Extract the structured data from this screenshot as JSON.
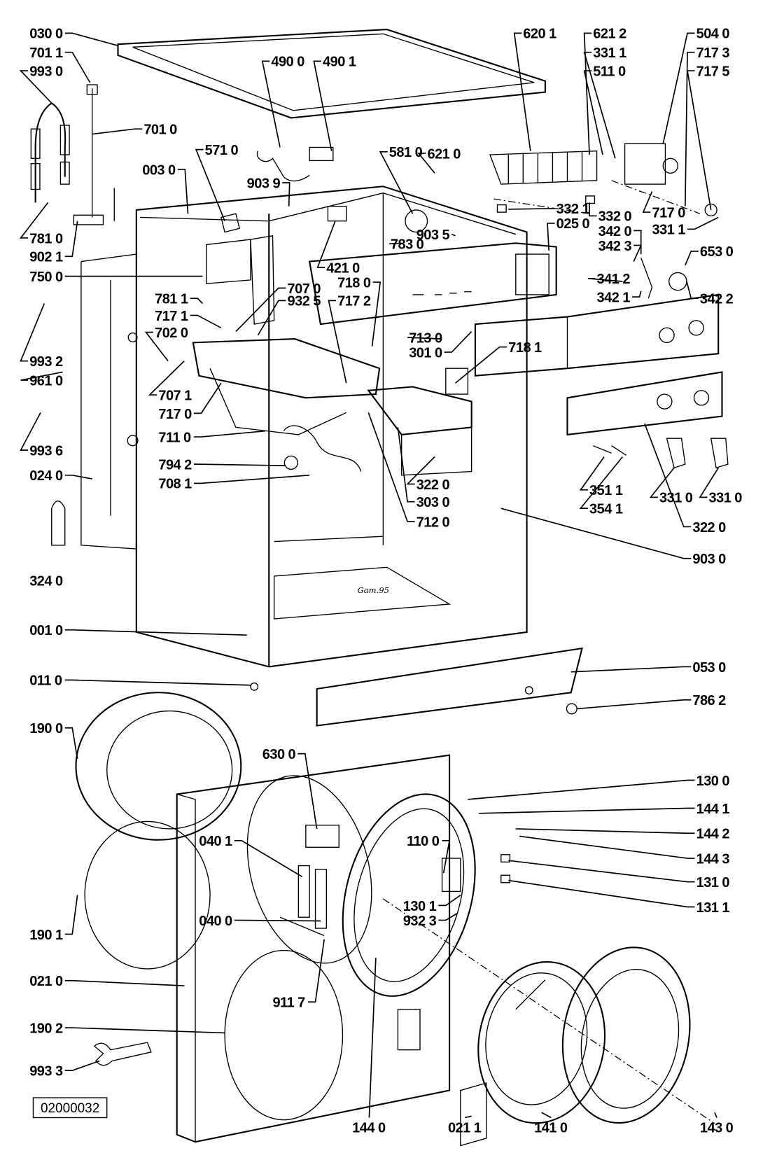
{
  "diagram_code": "02000032",
  "annotation": "Gam.95",
  "labels": [
    "030 0",
    "701 1",
    "993 0",
    "701 0",
    "781 0",
    "902 1",
    "750 0",
    "993 2",
    "961 0",
    "993 6",
    "024 0",
    "324 0",
    "001 0",
    "011 0",
    "190 0",
    "190 1",
    "021 0",
    "190 2",
    "993 3",
    "490 0",
    "490 1",
    "571 0",
    "003 0",
    "903 9",
    "421 0",
    "581 0",
    "621 0",
    "783 0",
    "903 5",
    "620 1",
    "621 2",
    "331 1",
    "511 0",
    "504 0",
    "717 3",
    "717 5",
    "332 1",
    "025 0",
    "332 0",
    "342 0",
    "342 3",
    "717 0",
    "331 1",
    "653 0",
    "341 2",
    "342 1",
    "342 2",
    "781 1",
    "717 1",
    "702 0",
    "707 0",
    "932 5",
    "718 0",
    "717 2",
    "713 0",
    "301 0",
    "718 1",
    "707 1",
    "717 0",
    "711 0",
    "794 2",
    "708 1",
    "322 0",
    "303 0",
    "712 0",
    "351 1",
    "354 1",
    "331 0",
    "331 0",
    "322 0",
    "903 0",
    "053 0",
    "786 2",
    "630 0",
    "130 0",
    "144 1",
    "144 2",
    "144 3",
    "131 0",
    "131 1",
    "110 0",
    "040 1",
    "040 0",
    "130 1",
    "932 3",
    "911 7",
    "144 0",
    "021 1",
    "141 0",
    "143 0"
  ]
}
